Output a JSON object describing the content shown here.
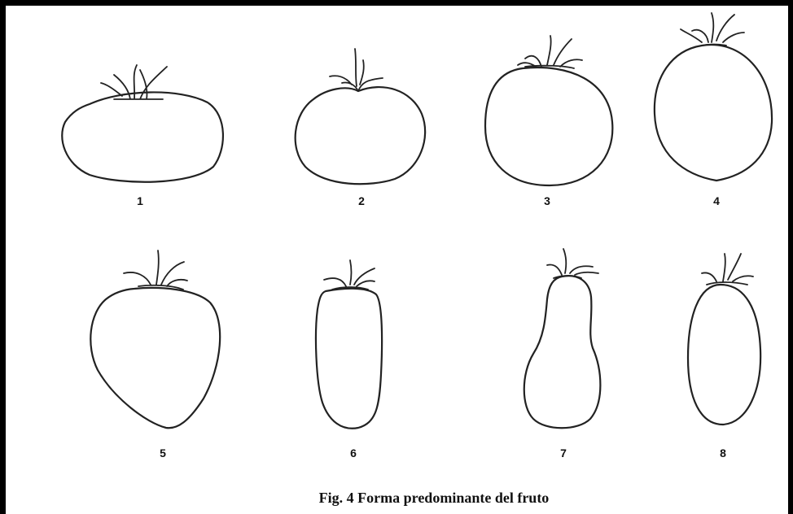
{
  "figure": {
    "caption": "Fig. 4 Forma predominante del fruto",
    "fruits": [
      {
        "number": "1"
      },
      {
        "number": "2"
      },
      {
        "number": "3"
      },
      {
        "number": "4"
      },
      {
        "number": "5"
      },
      {
        "number": "6"
      },
      {
        "number": "7"
      },
      {
        "number": "8"
      }
    ]
  }
}
